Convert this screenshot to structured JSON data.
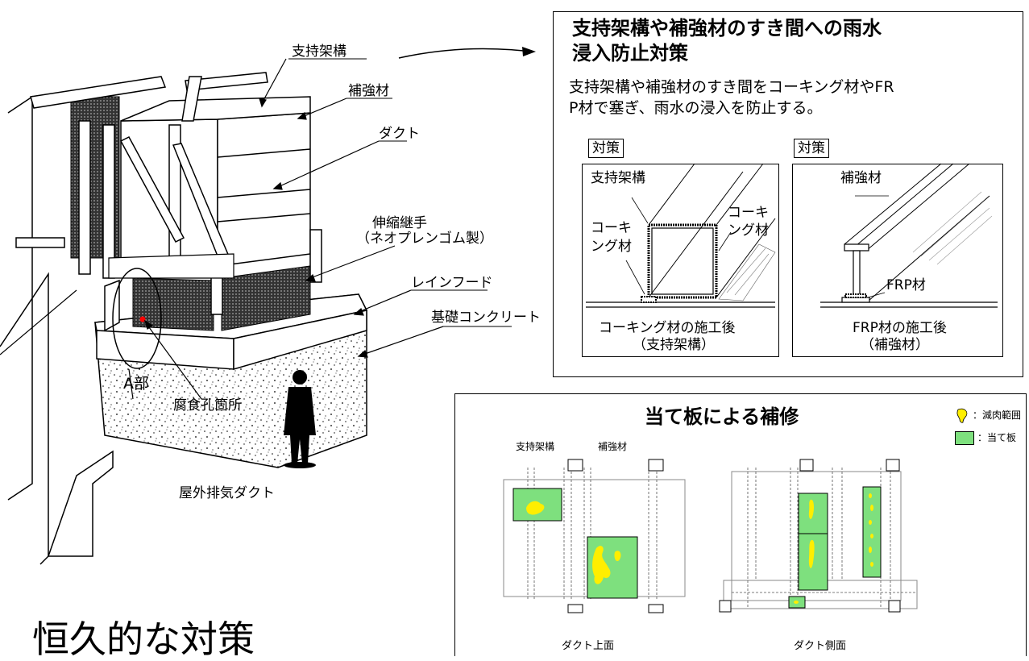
{
  "main_title": "恒久的な対策",
  "left_diagram": {
    "labels": {
      "support_frame": "支持架構",
      "reinforcement": "補強材",
      "duct": "ダクト",
      "expansion_joint_line1": "伸縮継手",
      "expansion_joint_line2": "（ネオプレンゴム製）",
      "rain_hood": "レインフード",
      "foundation": "基礎コンクリート",
      "part_a": "A部",
      "corrosion_hole": "腐食孔箇所",
      "caption": "屋外排気ダクト"
    }
  },
  "rainwater_box": {
    "title_line1": "支持架構や補強材のすき間への雨水",
    "title_line2": "浸入防止対策",
    "desc_line1": "支持架構や補強材のすき間をコーキング材やFR",
    "desc_line2": "P材で塞ぎ、雨水の浸入を防止する。",
    "left_panel": {
      "tag": "対策",
      "label_frame": "支持架構",
      "label_caulk_left_1": "コーキ",
      "label_caulk_left_2": "ング材",
      "label_caulk_right_1": "コーキ",
      "label_caulk_right_2": "ング材",
      "caption_line1": "コーキング材の施工後",
      "caption_line2": "（支持架構）"
    },
    "right_panel": {
      "tag": "対策",
      "label_reinforcement": "補強材",
      "label_frp": "FRP材",
      "caption_line1": "FRP材の施工後",
      "caption_line2": "（補強材）"
    }
  },
  "patch_box": {
    "title": "当て板による補修",
    "legend": [
      {
        "label": "：減肉範囲",
        "color": "#ffee00"
      },
      {
        "label": "：当て板",
        "color": "#7ee07e"
      }
    ],
    "top_view": {
      "label_support": "支持架構",
      "label_reinforcement": "補強材",
      "caption": "ダクト上面"
    },
    "side_view": {
      "caption": "ダクト側面"
    }
  },
  "colors": {
    "patch_green": "#7ee07e",
    "thinning_yellow": "#ffee00",
    "corrosion_red": "#ff0000"
  }
}
